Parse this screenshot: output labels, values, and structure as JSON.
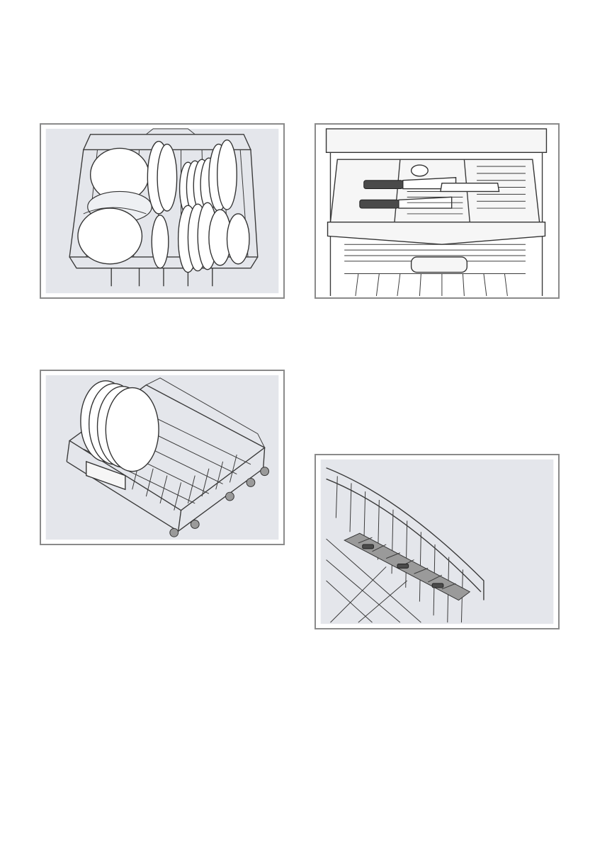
{
  "figures": [
    {
      "id": "upper-basket",
      "icon": "upper-basket-with-cups-and-plates-illustration"
    },
    {
      "id": "cutlery-drawer",
      "icon": "cutlery-drawer-with-knives-forks-spoons-illustration"
    },
    {
      "id": "lower-basket",
      "icon": "lower-basket-with-large-plates-illustration"
    },
    {
      "id": "glass-holder",
      "icon": "basket-rack-with-folding-glass-holder-illustration"
    }
  ],
  "colors": {
    "figure_background": "#e4e6eb",
    "frame": "#8a8a8a",
    "line_art": "#333333",
    "knife_handle": "#4a4a4a"
  }
}
